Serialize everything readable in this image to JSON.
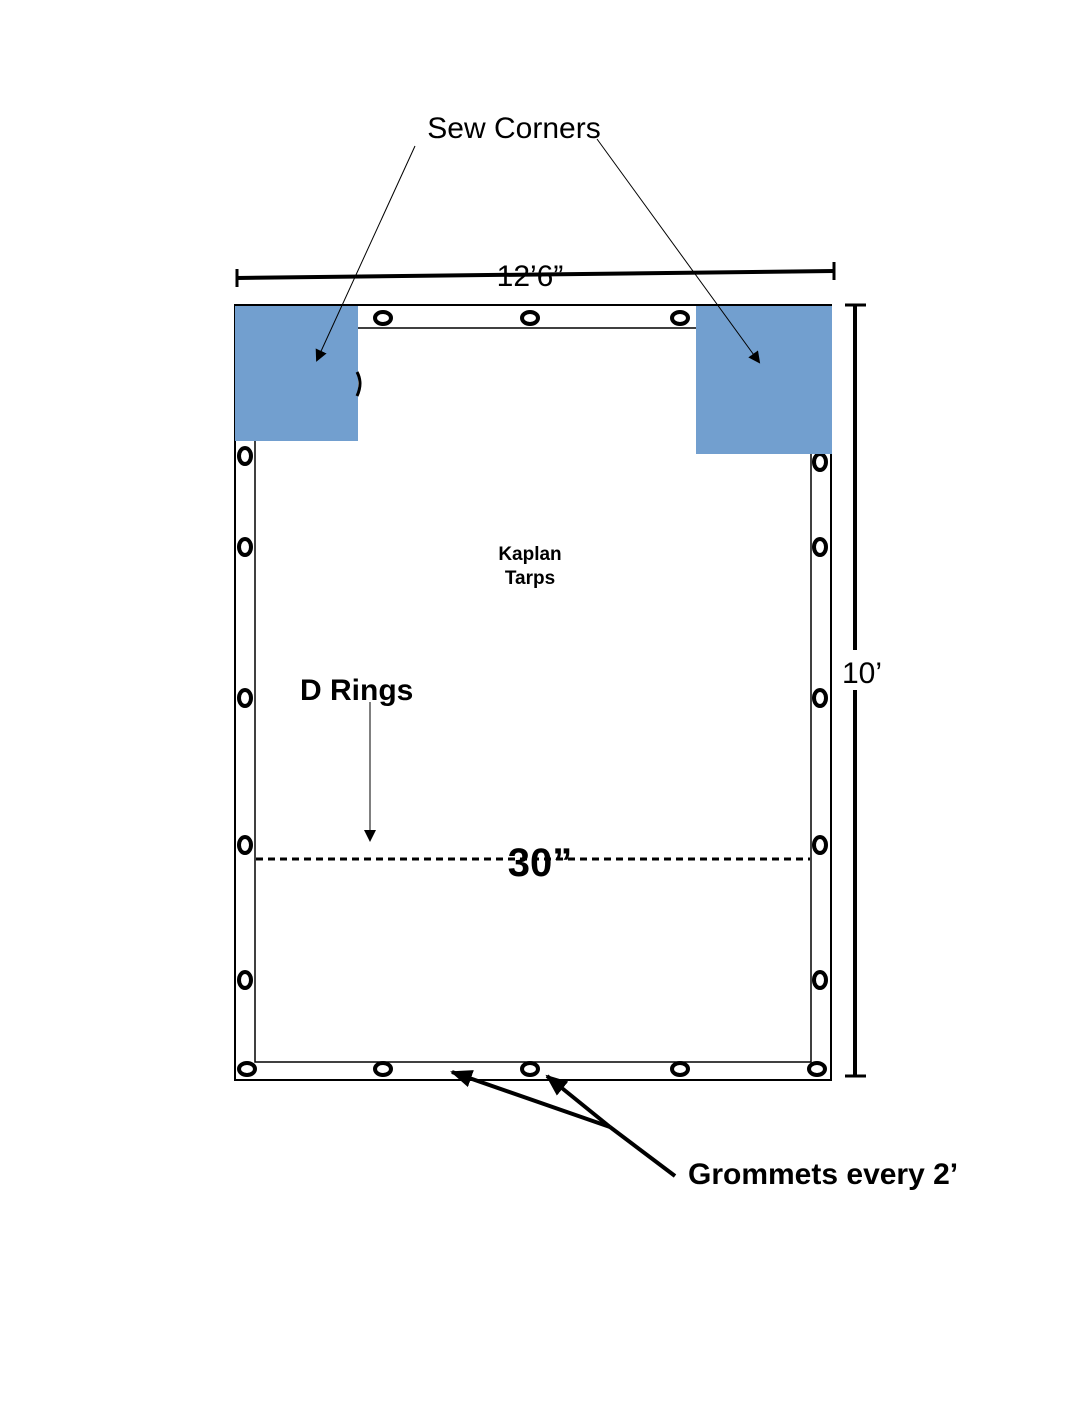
{
  "labels": {
    "sew_corners": "Sew Corners",
    "width_dimension": "12’6”",
    "height_dimension": "10’",
    "brand_line1": "Kaplan",
    "brand_line2": "Tarps",
    "d_rings": "D Rings",
    "d_ring_offset": "30”",
    "grommets": "Grommets every 2’"
  },
  "colors": {
    "corner_patch": "#729fcf",
    "outline": "#000000",
    "background": "#ffffff"
  }
}
